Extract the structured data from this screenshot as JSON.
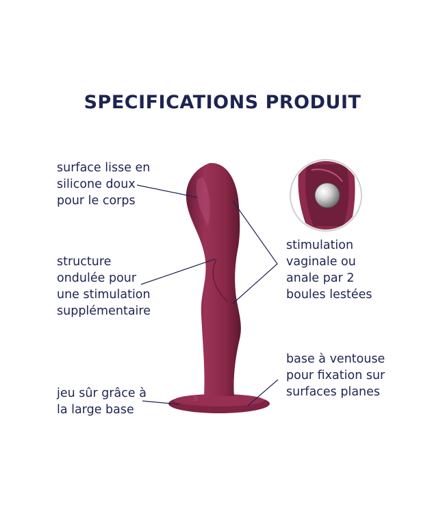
{
  "title": "SPECIFICATIONS PRODUIT",
  "colors": {
    "text": "#1d2452",
    "product": "#8e2a4c",
    "product_dark": "#5e1830",
    "leader_line": "#1d2452",
    "zoom_ring": "#cfcfcf",
    "metal_ball": "#c9c9c9"
  },
  "labels": {
    "surface": "surface lisse en\nsilicone doux\npour le corps",
    "structure": "structure\nondulée pour\nune stimulation\nsupplémentaire",
    "base": "jeu sûr grâce à\nla large base",
    "stimulation": "stimulation\nvaginale ou\nanale par 2\nboules lestées",
    "suction": "base à ventouse\npour fixation sur\nsurfaces planes"
  }
}
